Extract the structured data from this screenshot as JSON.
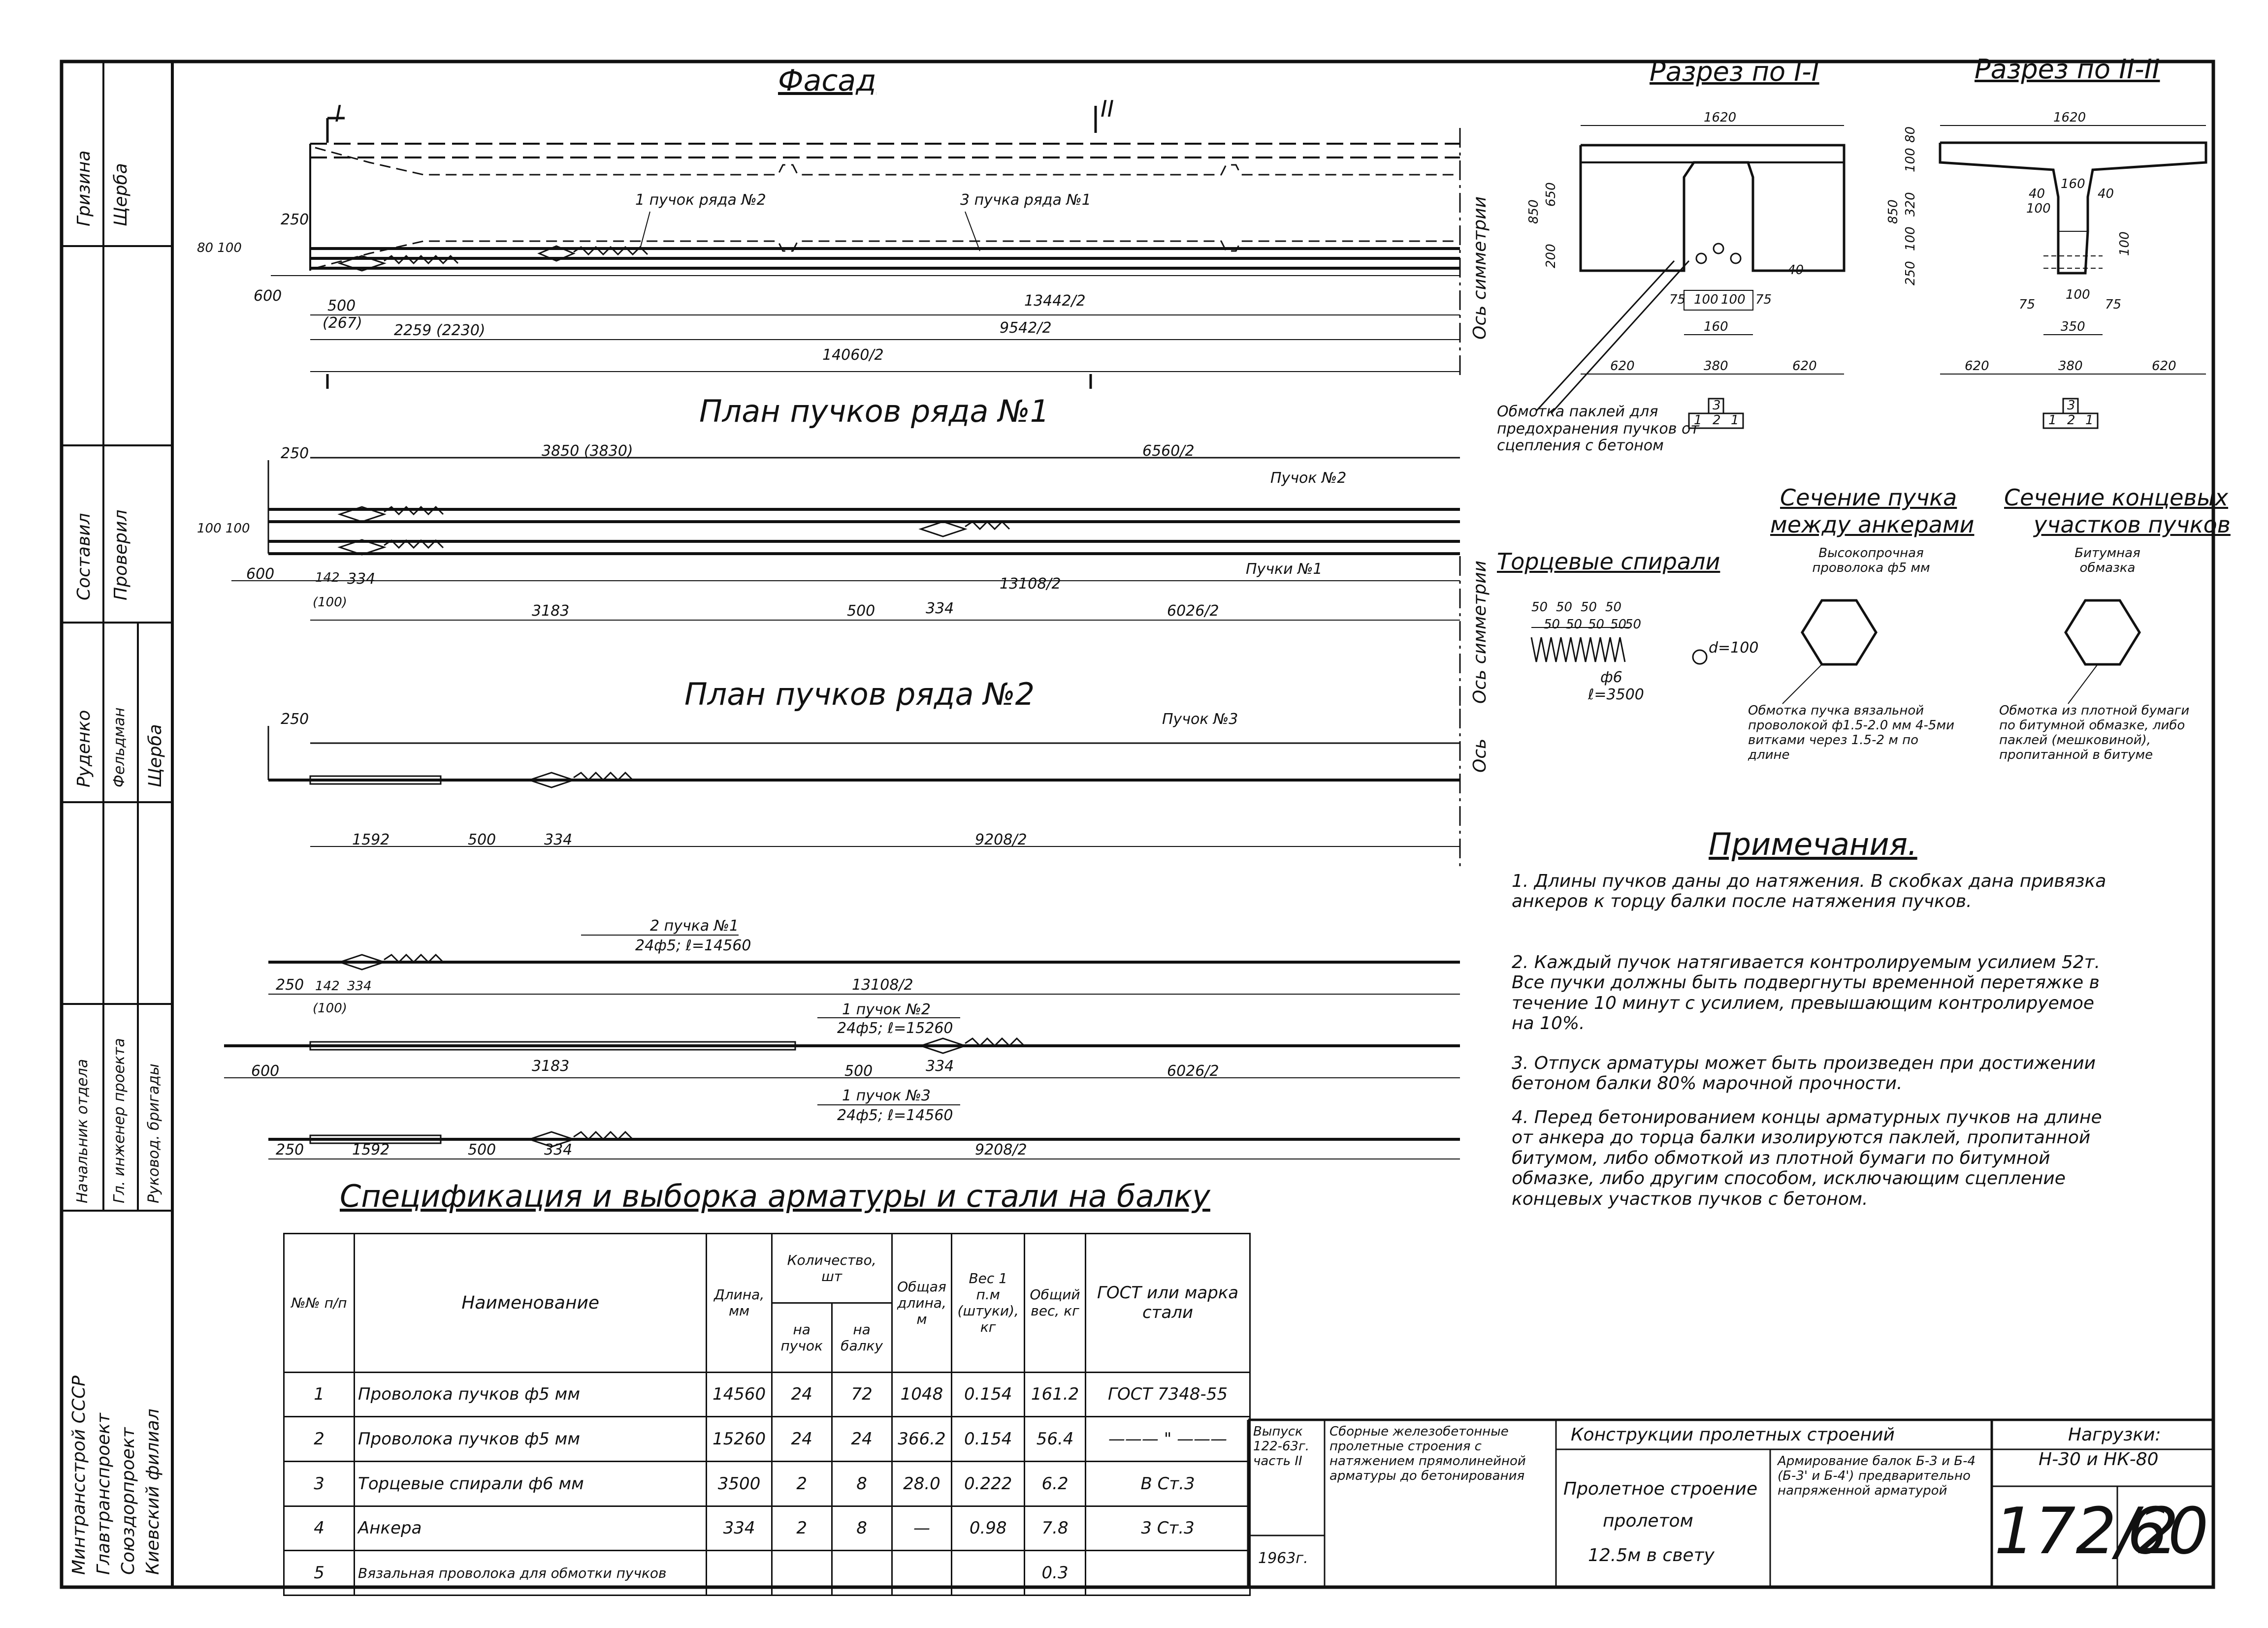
{
  "facade": {
    "title": "Фасад",
    "section_mark_1": "I",
    "section_mark_2": "II",
    "bundle_label_row2": "1 пучок ряда №2",
    "bundle_label_row1": "3 пучка ряда №1",
    "dims": [
      "250",
      "80 100",
      "600",
      "500",
      "(267)",
      "2259 (2230)",
      "13442/2",
      "9542/2",
      "14060/2"
    ],
    "axis_label": "Ось симметрии"
  },
  "plan_row1": {
    "title": "План пучков ряда №1",
    "dims": [
      "250",
      "3850 (3830)",
      "6560/2",
      "100 100",
      "600",
      "142",
      "334",
      "(100)",
      "13108/2",
      "3183",
      "500",
      "334",
      "6026/2"
    ],
    "bundle_labels": [
      "Пучок №2",
      "Пучки №1"
    ],
    "axis_label": "Ось симметрии"
  },
  "plan_row2": {
    "title": "План пучков ряда №2",
    "dims": [
      "250",
      "1592",
      "500",
      "334",
      "9208/2"
    ],
    "bundle_label": "Пучок №3",
    "axis_label": "Ось"
  },
  "bundles": {
    "b1": {
      "title": "2 пучка №1",
      "spec": "24ф5; ℓ=14560",
      "dims": [
        "250",
        "142",
        "334",
        "(100)",
        "13108/2"
      ]
    },
    "b2": {
      "title": "1 пучок №2",
      "spec": "24ф5; ℓ=15260",
      "dims": [
        "600",
        "3183",
        "500",
        "334",
        "6026/2"
      ]
    },
    "b3": {
      "title": "1 пучок №3",
      "spec": "24ф5; ℓ=14560",
      "dims": [
        "250",
        "1592",
        "500",
        "334",
        "9208/2"
      ]
    }
  },
  "section1": {
    "title": "Разрез по I-I",
    "dims_top": "1620",
    "dims_side": [
      "850",
      "650",
      "200"
    ],
    "dims_inner": [
      "75",
      "100",
      "100",
      "75",
      "160",
      "40"
    ],
    "dims_bottom": [
      "620",
      "380",
      "620"
    ],
    "wrap_note": "Обмотка паклей для предохранения пучков от сцепления с бетоном",
    "marks": [
      "3",
      "1",
      "2",
      "1"
    ]
  },
  "section2": {
    "title": "Разрез по II-II",
    "dims_top": "1620",
    "dims_side": [
      "850",
      "80",
      "100",
      "320",
      "100",
      "250",
      "100"
    ],
    "dims_inner": [
      "40",
      "160",
      "100",
      "75",
      "350",
      "75",
      "40",
      "100"
    ],
    "dims_bottom": [
      "620",
      "380",
      "620"
    ],
    "marks": [
      "3",
      "1",
      "2",
      "1"
    ]
  },
  "spirals": {
    "title": "Торцевые спирали",
    "pitches": [
      "50",
      "50",
      "50",
      "50",
      "50",
      "50",
      "50",
      "50",
      "50"
    ],
    "diameter": "ф6",
    "length": "ℓ=3500",
    "coil": "d=100"
  },
  "cross_mid": {
    "title_1": "Сечение пучка",
    "title_2": "между анкерами",
    "label_top": "Высокопрочная проволока ф5 мм",
    "label_bottom": "Обмотка пучка вязальной проволокой ф1.5-2.0 мм 4-5ми витками через 1.5-2 м по длине"
  },
  "cross_end": {
    "title_1": "Сечение концевых",
    "title_2": "участков пучков",
    "label_top": "Битумная обмазка",
    "label_bottom": "Обмотка из плотной бумаги по битумной обмазке, либо паклей (мешковиной), пропитанной в битуме"
  },
  "notes": {
    "title": "Примечания.",
    "items": [
      "1. Длины пучков даны до натяжения. В скобках дана привязка анкеров к торцу балки после натяжения пучков.",
      "2. Каждый пучок натягивается контролируемым усилием 52т. Все пучки должны быть подвергнуты временной перетяжке в течение 10 минут с усилием, превышающим контролируемое на 10%.",
      "3. Отпуск арматуры может быть произведен при достижении бетоном балки 80% марочной прочности.",
      "4. Перед бетонированием концы арматурных пучков на длине от анкера до торца балки изолируются паклей, пропитанной битумом, либо обмоткой из плотной бумаги по битумной обмазке, либо другим способом, исключающим сцепление концевых участков пучков с бетоном."
    ]
  },
  "spec_table": {
    "title": "Спецификация и выборка арматуры и стали на балку",
    "headers": {
      "num": "№№ п/п",
      "name": "Наименование",
      "length": "Длина, мм",
      "qty": "Количество, шт",
      "qty_bundle": "на пучок",
      "qty_beam": "на балку",
      "total_len": "Общая длина, м",
      "weight_pm": "Вес 1 п.м (штуки), кг",
      "total_weight": "Общий вес, кг",
      "gost": "ГОСТ или марка стали"
    },
    "rows": [
      {
        "n": "1",
        "name": "Проволока пучков ф5 мм",
        "len": "14560",
        "q1": "24",
        "q2": "72",
        "tl": "1048",
        "w": "0.154",
        "tw": "161.2",
        "g": "ГОСТ 7348-55"
      },
      {
        "n": "2",
        "name": "Проволока пучков ф5 мм",
        "len": "15260",
        "q1": "24",
        "q2": "24",
        "tl": "366.2",
        "w": "0.154",
        "tw": "56.4",
        "g": "——— \" ———"
      },
      {
        "n": "3",
        "name": "Торцевые спирали ф6 мм",
        "len": "3500",
        "q1": "2",
        "q2": "8",
        "tl": "28.0",
        "w": "0.222",
        "tw": "6.2",
        "g": "В Ст.3"
      },
      {
        "n": "4",
        "name": "Анкера",
        "len": "334",
        "q1": "2",
        "q2": "8",
        "tl": "—",
        "w": "0.98",
        "tw": "7.8",
        "g": "3 Ст.3"
      },
      {
        "n": "5",
        "name": "Вязальная проволока для обмотки пучков",
        "len": "",
        "q1": "",
        "q2": "",
        "tl": "",
        "w": "",
        "tw": "0.3",
        "g": ""
      }
    ]
  },
  "title_block": {
    "issue": "Выпуск 122-63г. часть II",
    "year": "1963г.",
    "series": "Сборные железобетонные пролетные строения с натяжением прямолинейной арматуры до бетонирования",
    "section": "Конструкции пролетных строений",
    "span_1": "Пролетное строение",
    "span_2": "пролетом",
    "span_3": "12.5м в свету",
    "drawing": "Армирование балок Б-3 и Б-4 (Б-3' и Б-4') предварительно напряженной арматурой",
    "loads_1": "Нагрузки:",
    "loads_2": "Н-30 и НК-80",
    "sheet_number": "172/2",
    "sheet_page": "60"
  },
  "side_stamp": {
    "org_1": "Минтрансстрой СССР",
    "org_2": "Главтранспроект",
    "org_3": "Союздорпроект",
    "org_4": "Киевский филиал",
    "roles": [
      "Начальник отдела",
      "Гл. инженер проекта",
      "Руковод. бригады"
    ],
    "role_composed": "Составил",
    "role_checked": "Проверил",
    "names": [
      "Руденко",
      "Фельдман",
      "Щерба",
      "Гризина",
      "Щерба"
    ]
  }
}
